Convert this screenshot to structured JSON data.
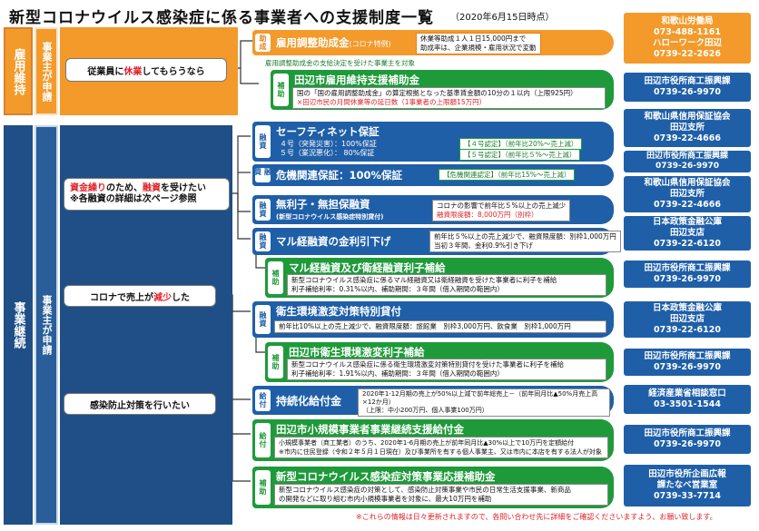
{
  "title": "新型コロナウイルス感染症に係る事業者への支援制度一覧",
  "date": "（2020年6月15日時点）",
  "left": {
    "koyo_iji": "雇用維持",
    "koyo_applicant": "事業主が申請",
    "jigyo_keizoku": "事業継続",
    "jigyo_applicant": "事業主が申請"
  },
  "callouts": {
    "kyugyo_pre": "従業員に",
    "kyugyo_red": "休業",
    "kyugyo_post": "してもらうなら",
    "shikin_red1": "資金繰り",
    "shikin_mid": "のため、",
    "shikin_red2": "融資",
    "shikin_post": "を受けたい",
    "shikin_note": "※各融資の詳細は次ページ参照",
    "uriage_pre": "コロナで売上が",
    "uriage_red": "減少",
    "uriage_post": "した",
    "boshi": "感染防止対策を行いたい"
  },
  "items": [
    {
      "tag": "助成",
      "title": "雇用調整助成金",
      "title_sub": "(コロナ特例)",
      "detail": [
        "休業等助成１人１日15,000円まで",
        "助成率は、企業規模・雇用状況で変動"
      ]
    },
    {
      "note": "雇用調整助成金の支給決定を受けた事業主を対象"
    },
    {
      "tag": "補助",
      "title": "田辺市雇用維持支援補助金",
      "detail": [
        "国の「国の雇用調整助成金」の算定根拠となった基準賃金額の10分の１以内（上限925円）",
        "×田辺市民の月間休業等の延日数（1事業者の上限額15万円）"
      ]
    },
    {
      "tag": "融資",
      "title": "セーフティネット保証",
      "detail": [
        "４号（突発災害）：100%保証",
        "５号（業況悪化）： 80%保証"
      ],
      "notes": [
        "【４号認定】（前年比20%～売上減）",
        "【５号認定】（前年比５%～売上減）"
      ]
    },
    {
      "tag": "融資",
      "title": "危機関連保証：100%保証",
      "notes": [
        "【危機関連認定】（前年比15%～売上減）"
      ]
    },
    {
      "tag": "融資",
      "title": "無利子・無担保融資",
      "title_sub": "(新型コロナウイルス感染症特別貸付)",
      "detail": [
        "コロナの影響で前年比５%以上の売上減少",
        "融資限度額：8,000万円（別枠）"
      ]
    },
    {
      "tag": "融資",
      "title": "マル経融資の金利引下げ",
      "detail": [
        "前年比５%以上の売上減少で、融資限度額：別枠1,000万円",
        "当初３年間、金利0.9%引き下げ"
      ]
    },
    {
      "tag": "補助",
      "title": "マル経融資及び衛経融資利子補給",
      "detail": [
        "新型コロナウイルス感染症に係るマル経融資又は衛経融資を受けた事業者に利子を補給",
        "利子補給利率：0.31%以内、補助期間：３年間（借入期間の範囲内）"
      ]
    },
    {
      "tag": "融資",
      "title": "衛生環境激変対策特別貸付",
      "detail": [
        "前年比10%以上の売上減少で、融資限度額：旅館業　別枠3,000万円、飲食業　別枠1,000万円"
      ]
    },
    {
      "tag": "補助",
      "title": "田辺市衛生環境激変利子補給",
      "detail": [
        "新型コロナウイルス感染症に係る衛生環境激変対策特別貸付を受けた事業者に利子を補給",
        "利子補給利率：1.91%以内、補助期間：３年間（借入期間の範囲内）"
      ]
    },
    {
      "tag": "給付",
      "title": "持続化給付金",
      "detail": [
        "2020年1-12月期の売上が50%以上減で前年総売上－（前年同月比▲50%月売上高×12か月）",
        "（上限：中小200万円、個人事業100万円）"
      ]
    },
    {
      "tag": "給付",
      "title": "田辺市小規模事業者事業継続支援給付金",
      "detail": [
        "小規模事業者（商工業者）のうち、2020年1-6月期の売上が前年同月比▲30%以上で10万円を定額給付",
        "※市内に住民登録（令和２年５月１日現在）及び事業所を有する個人事業主、又は市内に本店を有する法人が対象"
      ]
    },
    {
      "tag": "補助",
      "title": "新型コロナウイルス感染症対策事業応援補助金",
      "detail": [
        "新型コロナウイルス感染症の対策として、感染防止対策事業や市民の日常生活支援事業、新商品",
        "の開発などに取り組む市内小規模事業者を対象に、最大10万円を補助"
      ]
    }
  ],
  "contacts": [
    {
      "lines": [
        "和歌山労働局",
        "073-488-1161",
        "ハローワーク田辺",
        "0739-22-2626"
      ]
    },
    {
      "lines": [
        "田辺市役所商工振興課",
        "0739-26-9970"
      ]
    },
    {
      "lines": [
        "和歌山県信用保証協会",
        "田辺支所",
        "0739-22-4666"
      ]
    },
    {
      "lines": [
        "田辺市役所商工振興課",
        "0739-26-9970"
      ]
    },
    {
      "lines": [
        "和歌山県信用保証協会",
        "田辺支所",
        "0739-22-4666"
      ]
    },
    {
      "lines": [
        "日本政策金融公庫",
        "田辺支店",
        "0739-22-6120"
      ]
    },
    {
      "lines": [
        "田辺市役所商工振興課",
        "0739-26-9970"
      ]
    },
    {
      "lines": [
        "日本政策金融公庫",
        "田辺支店",
        "0739-22-6120"
      ]
    },
    {
      "lines": [
        "田辺市役所商工振興課",
        "0739-26-9970"
      ]
    },
    {
      "lines": [
        "経済産業省相談窓口",
        "03-3501-1544"
      ]
    },
    {
      "lines": [
        "田辺市役所商工振興課",
        "0739-26-9970"
      ]
    },
    {
      "lines": [
        "田辺市役所企画広報",
        "課たなべ営業室",
        "0739-33-7714"
      ]
    }
  ],
  "footer": "※これらの情報は日々更新されますので、各問い合わせ先に詳細をご確認くださいますよう、お願い致します。",
  "colors": {
    "orange": "#f39a2b",
    "navy": "#1f4f86",
    "blue": "#1f5fa8",
    "green": "#1f9a3a",
    "red": "#e0232b"
  }
}
